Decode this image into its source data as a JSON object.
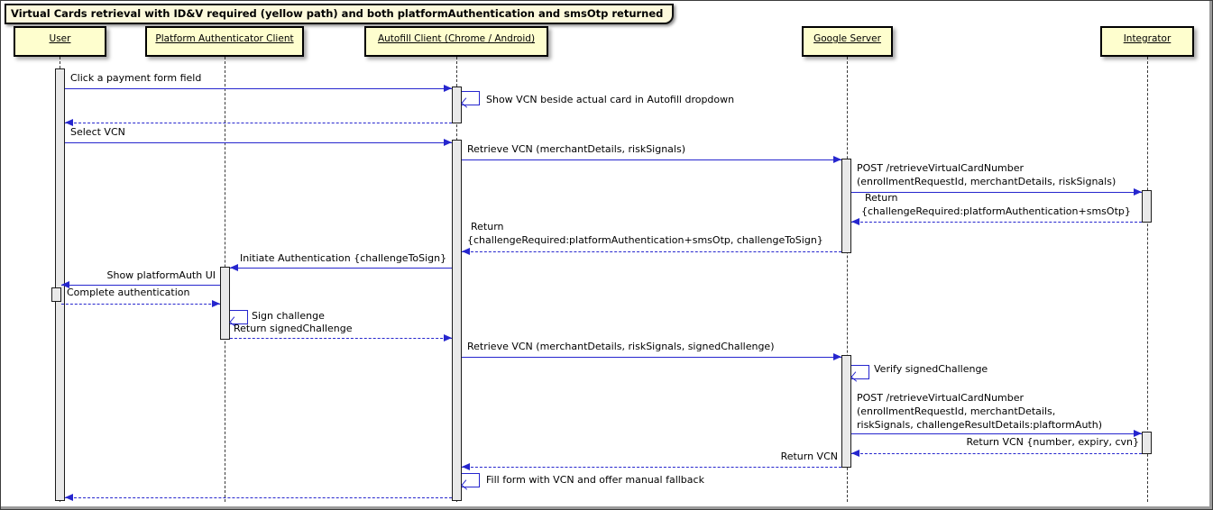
{
  "title": "Virtual Cards retrieval with ID&V required (yellow path) and both platformAuthentication and smsOtp returned",
  "colors": {
    "participant_fill": "#FEFECE",
    "title_fill": "#FCF9DC",
    "arrow": "#2626CE",
    "activation_fill": "#E9E9E9",
    "border": "#000000"
  },
  "participants": [
    {
      "name": "User"
    },
    {
      "name": "Platform Authenticator Client"
    },
    {
      "name": "Autofill Client (Chrome / Android)"
    },
    {
      "name": "Google Server"
    },
    {
      "name": "Integrator"
    }
  ],
  "messages": [
    {
      "from": "User",
      "to": "Autofill Client (Chrome / Android)",
      "kind": "solid",
      "text": "Click a payment form field"
    },
    {
      "from": "Autofill Client (Chrome / Android)",
      "to": "self",
      "kind": "self",
      "text": "Show VCN beside actual card in Autofill dropdown"
    },
    {
      "from": "Autofill Client (Chrome / Android)",
      "to": "User",
      "kind": "dashed-return",
      "text": ""
    },
    {
      "from": "User",
      "to": "Autofill Client (Chrome / Android)",
      "kind": "solid",
      "text": "Select VCN"
    },
    {
      "from": "Autofill Client (Chrome / Android)",
      "to": "Google Server",
      "kind": "solid",
      "text": "Retrieve VCN (merchantDetails, riskSignals)"
    },
    {
      "from": "Google Server",
      "to": "Integrator",
      "kind": "solid",
      "lines": [
        "POST /retrieveVirtualCardNumber",
        "(enrollmentRequestId, merchantDetails, riskSignals)"
      ]
    },
    {
      "from": "Integrator",
      "to": "Google Server",
      "kind": "dashed-return",
      "lines": [
        "Return",
        "{challengeRequired:platformAuthentication+smsOtp}"
      ]
    },
    {
      "from": "Google Server",
      "to": "Autofill Client (Chrome / Android)",
      "kind": "dashed-return",
      "lines": [
        "Return",
        "{challengeRequired:platformAuthentication+smsOtp, challengeToSign}"
      ]
    },
    {
      "from": "Autofill Client (Chrome / Android)",
      "to": "Platform Authenticator Client",
      "kind": "solid",
      "text": "Initiate Authentication {challengeToSign}"
    },
    {
      "from": "Platform Authenticator Client",
      "to": "User",
      "kind": "solid",
      "text": "Show platformAuth UI"
    },
    {
      "from": "User",
      "to": "Platform Authenticator Client",
      "kind": "dashed-return",
      "text": "Complete authentication"
    },
    {
      "from": "Platform Authenticator Client",
      "to": "self",
      "kind": "self",
      "text": "Sign challenge"
    },
    {
      "from": "Platform Authenticator Client",
      "to": "Autofill Client (Chrome / Android)",
      "kind": "dashed-return",
      "text": "Return signedChallenge"
    },
    {
      "from": "Autofill Client (Chrome / Android)",
      "to": "Google Server",
      "kind": "solid",
      "text": "Retrieve VCN (merchantDetails, riskSignals, signedChallenge)"
    },
    {
      "from": "Google Server",
      "to": "self",
      "kind": "self",
      "text": "Verify signedChallenge"
    },
    {
      "from": "Google Server",
      "to": "Integrator",
      "kind": "solid",
      "lines": [
        "POST /retrieveVirtualCardNumber",
        "(enrollmentRequestId, merchantDetails,",
        "riskSignals, challengeResultDetails:plaftormAuth)"
      ]
    },
    {
      "from": "Integrator",
      "to": "Google Server",
      "kind": "dashed-return",
      "text": "Return VCN {number, expiry, cvn}"
    },
    {
      "from": "Google Server",
      "to": "Autofill Client (Chrome / Android)",
      "kind": "dashed-return",
      "text": "Return VCN"
    },
    {
      "from": "Autofill Client (Chrome / Android)",
      "to": "self",
      "kind": "self",
      "text": "Fill form with VCN and offer manual fallback"
    },
    {
      "from": "Autofill Client (Chrome / Android)",
      "to": "User",
      "kind": "dashed-return",
      "text": ""
    }
  ]
}
